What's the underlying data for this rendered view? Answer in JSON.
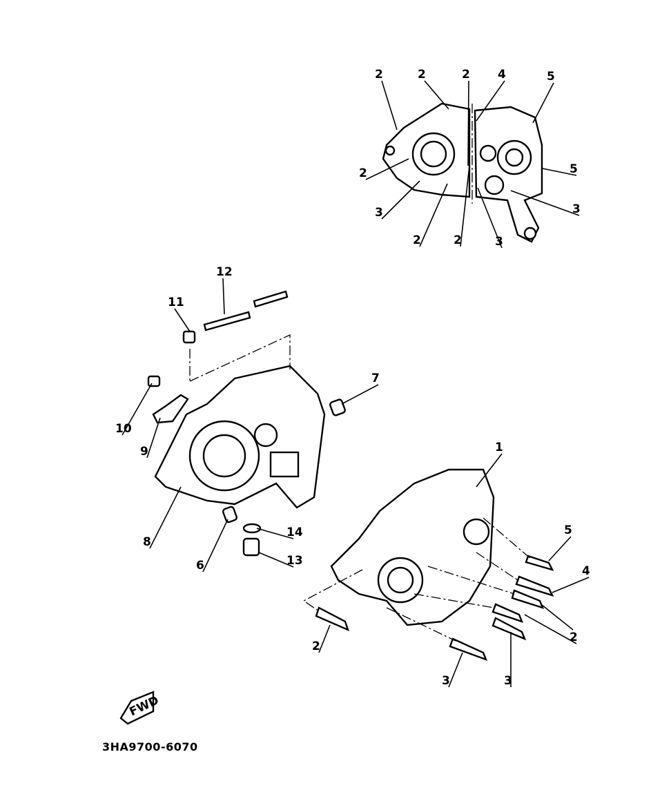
{
  "diagram": {
    "part_code": "3HA9700-6070",
    "fwd_label": "FWD",
    "inset_callouts": [
      "2",
      "2",
      "2",
      "4",
      "5",
      "2",
      "5",
      "3",
      "3",
      "2",
      "2",
      "3"
    ],
    "main_callouts": [
      "12",
      "11",
      "7",
      "10",
      "9",
      "1",
      "8",
      "14",
      "6",
      "13",
      "5",
      "4",
      "2",
      "2",
      "3",
      "3"
    ]
  }
}
